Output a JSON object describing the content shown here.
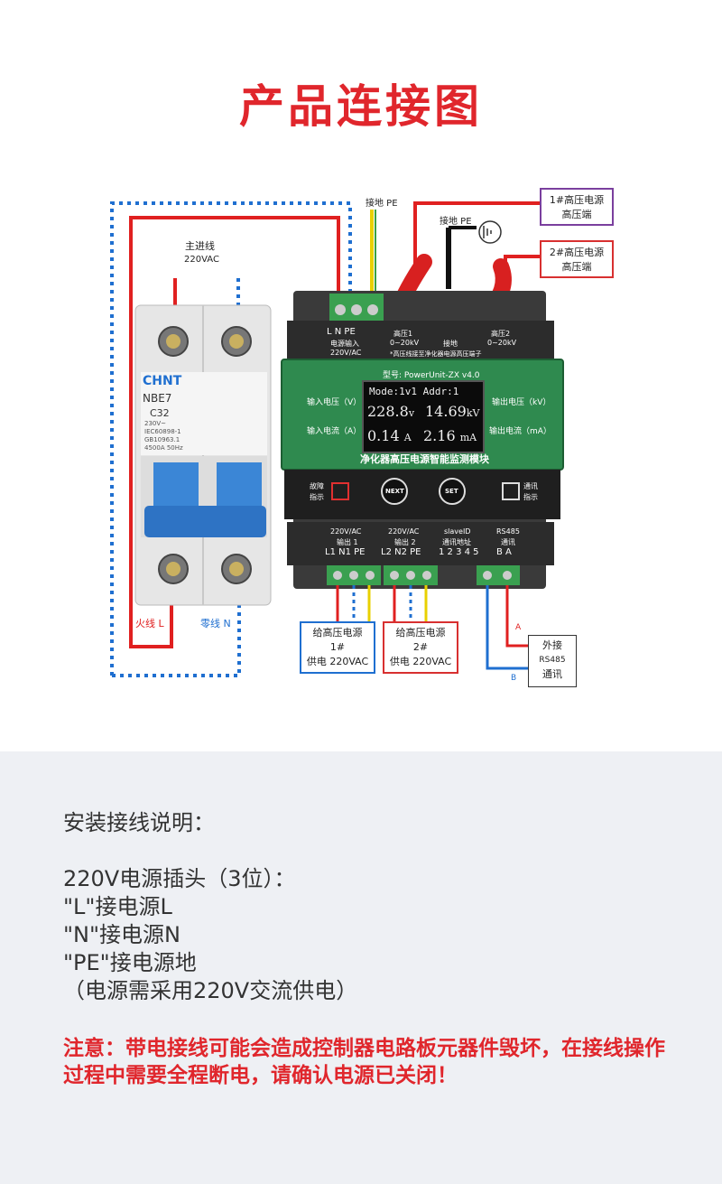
{
  "title": "产品连接图",
  "diagram": {
    "ground_pe_top": "接地 PE",
    "ground_pe_mid": "接地 PE",
    "hv1_box": {
      "line1": "1#高压电源",
      "line2": "高压端"
    },
    "hv2_box": {
      "line1": "2#高压电源",
      "line2": "高压端"
    },
    "main_line": {
      "line1": "主进线",
      "line2": "220VAC"
    },
    "breaker": {
      "brand": "CHNT",
      "model": "NBE7",
      "rating": "C32",
      "spec1": "230V~",
      "spec2": "IEC60898-1",
      "spec3": "GB10963.1",
      "spec4": "4500A 50Hz"
    },
    "fire_line": "火线 L",
    "zero_line": "零线 N",
    "module": {
      "top_terminals": {
        "lnpe": "L  N  PE",
        "power_in": "电源输入",
        "power_v": "220V/AC",
        "hv1": "高压1",
        "hv1_range": "0~20kV",
        "gnd": "接地",
        "hv2": "高压2",
        "hv2_range": "0~20kV",
        "note": "*高压线接至净化器电源高压端子"
      },
      "model": "型号: PowerUnit-ZX v4.0",
      "in_voltage": "输入电压（V）",
      "in_current": "输入电流（A）",
      "out_voltage": "输出电压（kV）",
      "out_current": "输出电流（mA）",
      "lcd": {
        "row1": "Mode:1v1 Addr:1",
        "v_in": "228.8",
        "v_unit": "v",
        "kv": "14.69",
        "kv_unit": "kV",
        "a": "0.14",
        "a_unit": "A",
        "ma": "2.16",
        "ma_unit": "mA"
      },
      "subtitle": "净化器高压电源智能监测模块",
      "fault1": "故障",
      "fault2": "指示",
      "next": "NEXT",
      "set": "SET",
      "comm1": "通讯",
      "comm2": "指示",
      "bottom": {
        "o1a": "220V/AC",
        "o1b": "输出 1",
        "o1c": "L1 N1 PE",
        "o2a": "220V/AC",
        "o2b": "输出 2",
        "o2c": "L2 N2 PE",
        "sa": "slaveID",
        "sb": "通讯地址",
        "sc": "1 2 3 4 5",
        "ra": "RS485",
        "rb": "通讯",
        "rc": "B  A"
      }
    },
    "supply1": {
      "line1": "给高压电源",
      "line2": "1#",
      "line3": "供电 220VAC"
    },
    "supply2": {
      "line1": "给高压电源",
      "line2": "2#",
      "line3": "供电 220VAC"
    },
    "ext": {
      "line1": "外接",
      "line2": "RS485",
      "line3": "通讯"
    },
    "a_label": "A",
    "b_label": "B"
  },
  "instructions": {
    "heading": "安装接线说明：",
    "line1": "220V电源插头（3位）：",
    "line2": "\"L\"接电源L",
    "line3": "\"N\"接电源N",
    "line4": "\"PE\"接电源地",
    "line5": "（电源需采用220V交流供电）"
  },
  "warning": "注意：带电接线可能会造成控制器电路板元器件毁坏，在接线操作过程中需要全程断电，请确认电源已关闭！",
  "colors": {
    "title_red": "#e0262c",
    "module_green": "#2f8a4f",
    "wire_red": "#e02020",
    "wire_blue": "#1f6fd0",
    "box_purple": "#7a3f9e",
    "box_red": "#d83030"
  }
}
